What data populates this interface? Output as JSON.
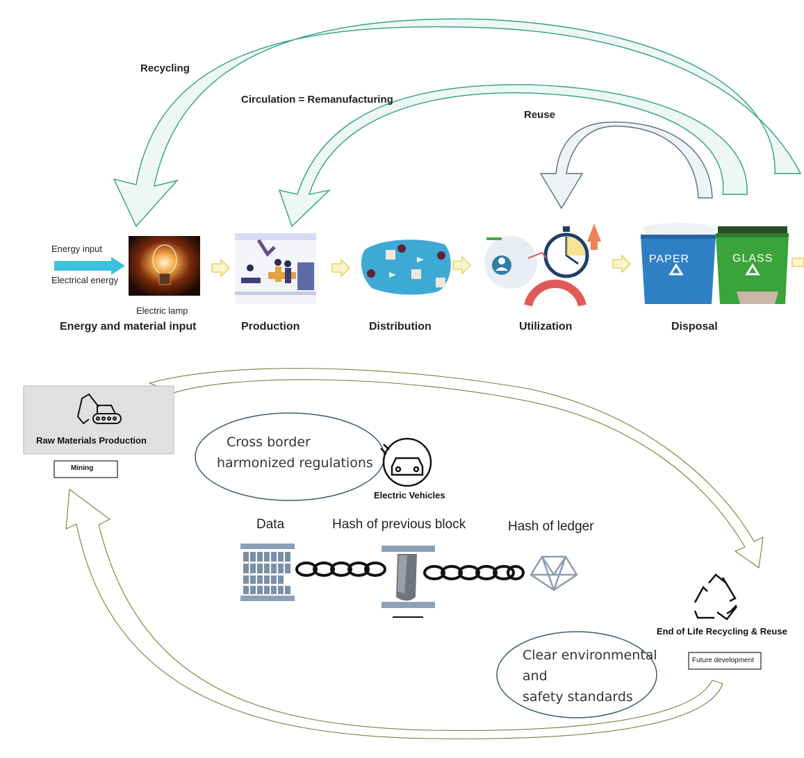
{
  "top_loop": {
    "recycling": "Recycling",
    "circulation": "Circulation = Remanufacturing",
    "reuse": "Reuse"
  },
  "input": {
    "energy_input": "Energy input",
    "electrical_energy": "Electrical energy",
    "lamp_caption": "Electric lamp"
  },
  "stages": [
    "Energy and material input",
    "Production",
    "Distribution",
    "Utilization",
    "Disposal"
  ],
  "bins": {
    "paper": "PAPER",
    "glass": "GLASS"
  },
  "bottom": {
    "raw_materials": "Raw Materials Production",
    "mining": "Mining",
    "cross_border": [
      "Cross border",
      "harmonized regulations"
    ],
    "electric_vehicles": "Electric Vehicles",
    "data": "Data",
    "hash_prev": "Hash of previous block",
    "hash_ledger": "Hash of ledger",
    "end_of_life": "End of Life Recycling & Reuse",
    "future": "Future development",
    "standards": [
      "Clear environmental",
      "and",
      "safety standards"
    ]
  },
  "colors": {
    "arrow_fill": "#eaf6f1",
    "arrow_stroke": "#2f9e84",
    "reuse_stroke": "#6a8796",
    "energy_arrow": "#3fc0dc",
    "small_arrow": "#f1dc6e",
    "paper_bin": "#2f7fc4",
    "glass_bin": "#3aa33a"
  }
}
